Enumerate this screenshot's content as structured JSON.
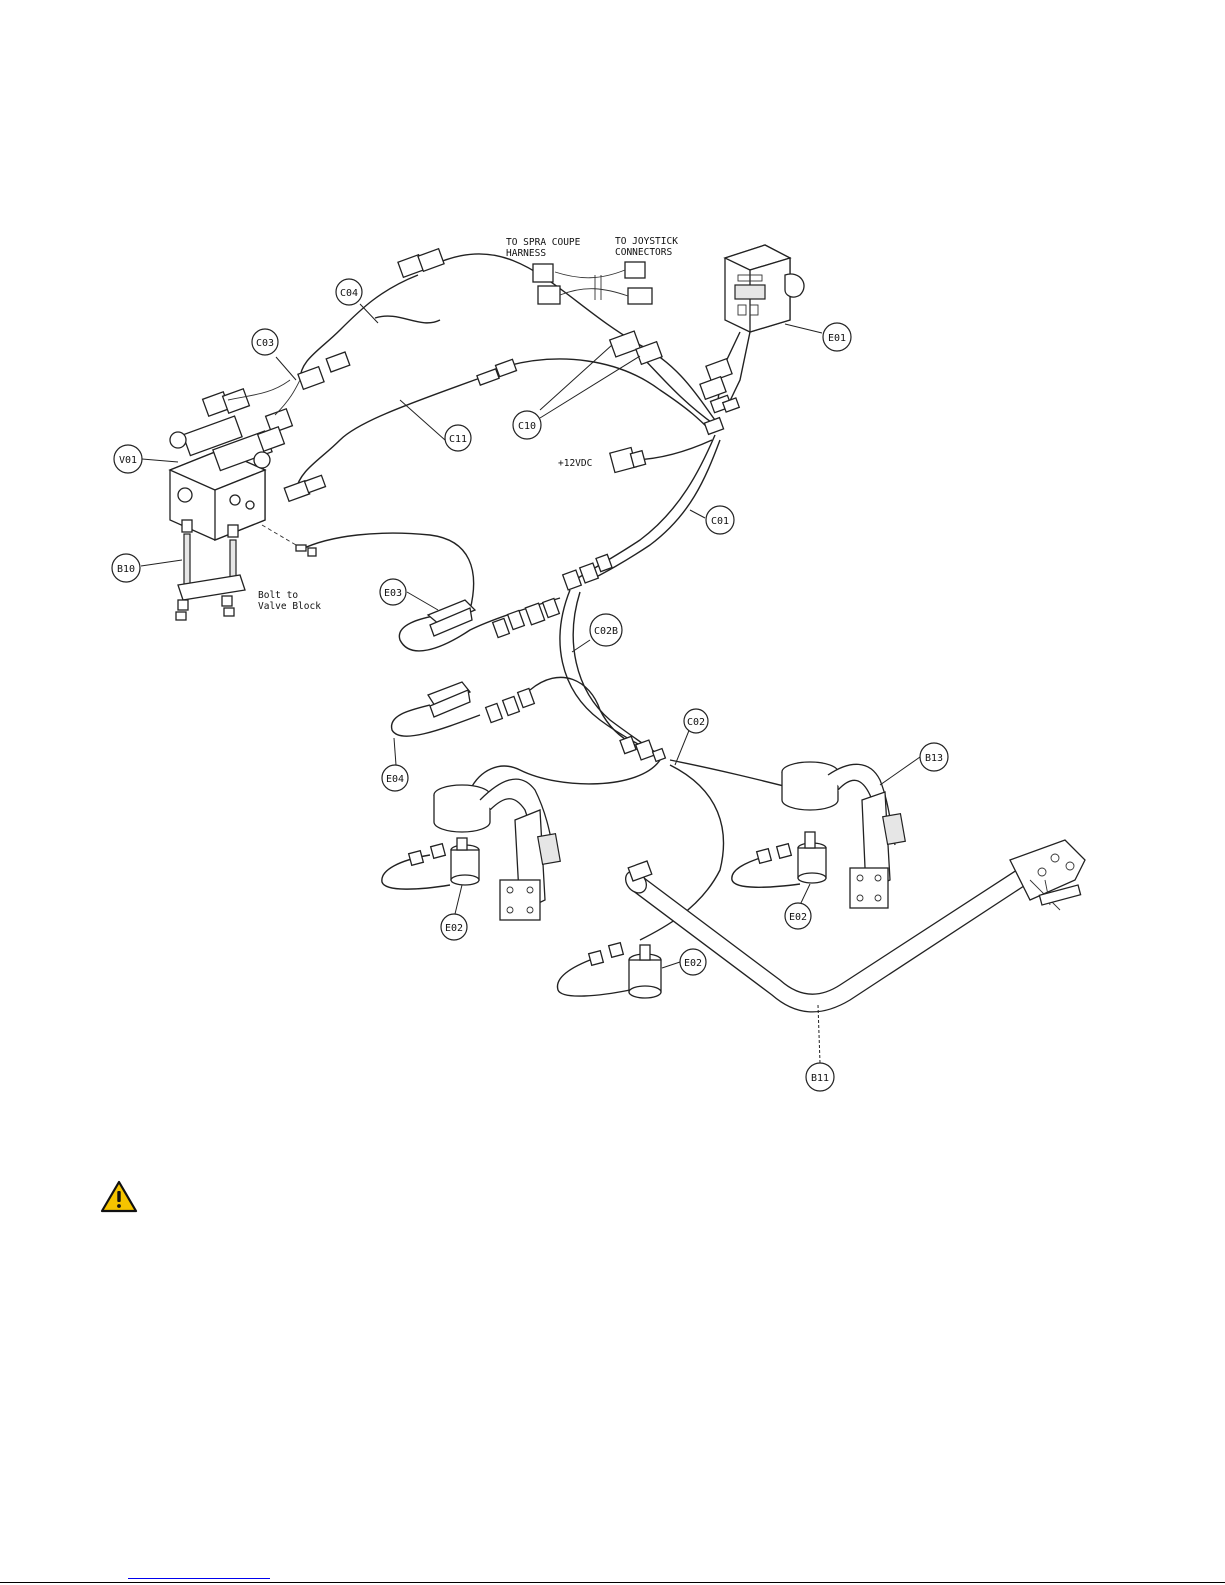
{
  "callouts": {
    "e01": "E01",
    "c04": "C04",
    "c03": "C03",
    "v01": "V01",
    "c11": "C11",
    "c10": "C10",
    "c01": "C01",
    "b10": "B10",
    "e03": "E03",
    "c02b": "C02B",
    "c02": "C02",
    "b13": "B13",
    "e04": "E04",
    "e02_left": "E02",
    "e02_right": "E02",
    "e02_center": "E02",
    "b11": "B11"
  },
  "notes": {
    "spra_coupe_line1": "TO SPRA COUPE",
    "spra_coupe_line2": "HARNESS",
    "joystick_line1": "TO JOYSTICK",
    "joystick_line2": "CONNECTORS",
    "power": "+12VDC",
    "bolt_line1": "Bolt to",
    "bolt_line2": "Valve Block"
  },
  "colors": {
    "warning_fill": "#f5c400",
    "link_rule": "#0000ee"
  },
  "icons": {
    "warning": "warning-triangle-icon"
  }
}
